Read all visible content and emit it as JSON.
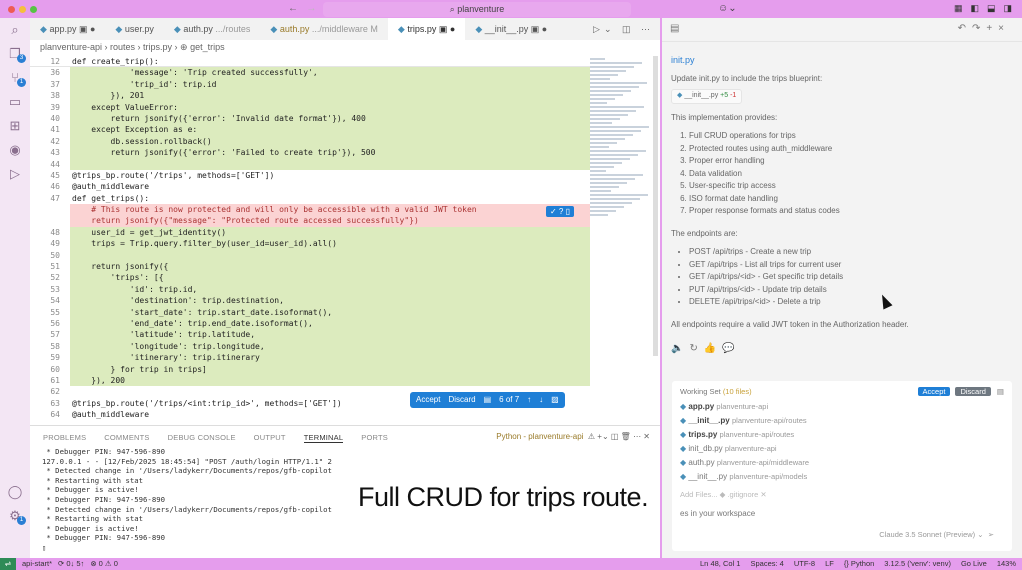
{
  "titlebar": {
    "search": "⌕ planventure",
    "back": "←",
    "forward": "→"
  },
  "tabs": [
    {
      "name": "app.py",
      "extra": "",
      "dirty": true
    },
    {
      "name": "user.py",
      "extra": "",
      "dirty": false
    },
    {
      "name": "auth.py",
      "extra": ".../routes",
      "dirty": false
    },
    {
      "name": "auth.py",
      "extra": ".../middleware M",
      "dirty": false
    },
    {
      "name": "trips.py",
      "extra": "",
      "dirty": true,
      "active": true
    },
    {
      "name": "__init__.py",
      "extra": "",
      "dirty": true
    }
  ],
  "breadcrumb": "planventure-api › routes › trips.py › ⊕ get_trips",
  "code": [
    {
      "n": "12",
      "t": "def create_trip():",
      "k": "sticky"
    },
    {
      "n": "36",
      "t": "            'message': 'Trip created successfully',",
      "k": "added"
    },
    {
      "n": "37",
      "t": "            'trip_id': trip.id",
      "k": "added"
    },
    {
      "n": "38",
      "t": "        }), 201",
      "k": "added"
    },
    {
      "n": "39",
      "t": "    except ValueError:",
      "k": "added"
    },
    {
      "n": "40",
      "t": "        return jsonify({'error': 'Invalid date format'}), 400",
      "k": "added"
    },
    {
      "n": "41",
      "t": "    except Exception as e:",
      "k": "added"
    },
    {
      "n": "42",
      "t": "        db.session.rollback()",
      "k": "added"
    },
    {
      "n": "43",
      "t": "        return jsonify({'error': 'Failed to create trip'}), 500",
      "k": "added"
    },
    {
      "n": "44",
      "t": "",
      "k": "added"
    },
    {
      "n": "45",
      "t": "@trips_bp.route('/trips', methods=['GET'])",
      "k": ""
    },
    {
      "n": "46",
      "t": "@auth_middleware",
      "k": ""
    },
    {
      "n": "47",
      "t": "def get_trips():",
      "k": ""
    },
    {
      "n": "",
      "t": "    # This route is now protected and will only be accessible with a valid JWT token",
      "k": "removed"
    },
    {
      "n": "",
      "t": "    return jsonify({\"message\": \"Protected route accessed successfully\"})",
      "k": "removed"
    },
    {
      "n": "48",
      "t": "    user_id = get_jwt_identity()",
      "k": "added"
    },
    {
      "n": "49",
      "t": "    trips = Trip.query.filter_by(user_id=user_id).all()",
      "k": "added"
    },
    {
      "n": "50",
      "t": "",
      "k": "added"
    },
    {
      "n": "51",
      "t": "    return jsonify({",
      "k": "added"
    },
    {
      "n": "52",
      "t": "        'trips': [{",
      "k": "added"
    },
    {
      "n": "53",
      "t": "            'id': trip.id,",
      "k": "added"
    },
    {
      "n": "54",
      "t": "            'destination': trip.destination,",
      "k": "added"
    },
    {
      "n": "55",
      "t": "            'start_date': trip.start_date.isoformat(),",
      "k": "added"
    },
    {
      "n": "56",
      "t": "            'end_date': trip.end_date.isoformat(),",
      "k": "added"
    },
    {
      "n": "57",
      "t": "            'latitude': trip.latitude,",
      "k": "added"
    },
    {
      "n": "58",
      "t": "            'longitude': trip.longitude,",
      "k": "added"
    },
    {
      "n": "59",
      "t": "            'itinerary': trip.itinerary",
      "k": "added"
    },
    {
      "n": "60",
      "t": "        } for trip in trips]",
      "k": "added"
    },
    {
      "n": "61",
      "t": "    }), 200",
      "k": "added"
    },
    {
      "n": "62",
      "t": "",
      "k": ""
    },
    {
      "n": "63",
      "t": "@trips_bp.route('/trips/<int:trip_id>', methods=['GET'])",
      "k": ""
    },
    {
      "n": "64",
      "t": "@auth_middleware",
      "k": ""
    }
  ],
  "diff": {
    "accept": "Accept",
    "discard": "Discard",
    "counter": "6 of 7",
    "inline": "✓ ? ▯"
  },
  "panel": {
    "tabs": [
      "PROBLEMS",
      "COMMENTS",
      "DEBUG CONSOLE",
      "OUTPUT",
      "TERMINAL",
      "PORTS"
    ],
    "active": "TERMINAL",
    "terminal_name": "Python - planventure-api",
    "lines": [
      " * Debugger PIN: 947-596-890",
      "127.0.0.1 - - [12/Feb/2025 18:45:54] \"POST /auth/login HTTP/1.1\" 2",
      " * Detected change in '/Users/ladykerr/Documents/repos/gfb-copilot",
      " * Restarting with stat",
      " * Debugger is active!",
      " * Debugger PIN: 947-596-890",
      " * Detected change in '/Users/ladykerr/Documents/repos/gfb-copilot",
      " * Restarting with stat",
      " * Debugger is active!",
      " * Debugger PIN: 947-596-890"
    ]
  },
  "status": {
    "branch": "api-start*",
    "sync": "⟳ 0↓ 5↑",
    "problems": "⊗ 0 ⚠ 0",
    "right": [
      "Ln 48, Col 1",
      "Spaces: 4",
      "UTF-8",
      "LF",
      "{} Python",
      "3.12.5 ('venv': venv)",
      "Go Live",
      "143%"
    ]
  },
  "chat": {
    "file": "init.py",
    "update": "Update init.py to include the trips blueprint:",
    "pill": {
      "name": "__init__.py",
      "add": "+5",
      "rem": "-1"
    },
    "intro": "This implementation provides:",
    "features": [
      "Full CRUD operations for trips",
      "Protected routes using auth_middleware",
      "Proper error handling",
      "Data validation",
      "User-specific trip access",
      "ISO format date handling",
      "Proper response formats and status codes"
    ],
    "endpoints_intro": "The endpoints are:",
    "endpoints": [
      "POST /api/trips - Create a new trip",
      "GET /api/trips - List all trips for current user",
      "GET /api/trips/<id> - Get specific trip details",
      "PUT /api/trips/<id> - Update trip details",
      "DELETE /api/trips/<id> - Delete a trip"
    ],
    "footer": "All endpoints require a valid JWT token in the Authorization header.",
    "working_set": {
      "label": "Working Set",
      "count": "(10 files)",
      "accept": "Accept",
      "discard": "Discard",
      "files": [
        {
          "name": "app.py",
          "path": "planventure-api",
          "bold": true
        },
        {
          "name": "__init__.py",
          "path": "planventure-api/routes",
          "bold": true
        },
        {
          "name": "trips.py",
          "path": "planventure-api/routes",
          "bold": true
        },
        {
          "name": "init_db.py",
          "path": "planventure-api",
          "bold": false
        },
        {
          "name": "auth.py",
          "path": "planventure-api/middleware",
          "bold": false
        },
        {
          "name": "__init__.py",
          "path": "planventure-api/models",
          "bold": false
        }
      ],
      "attach": "Add Files...   ◆ .gitignore ✕",
      "placeholder": "es in your workspace",
      "model": "Claude 3.5 Sonnet (Preview) ⌄"
    }
  },
  "caption": "Full CRUD for trips route."
}
